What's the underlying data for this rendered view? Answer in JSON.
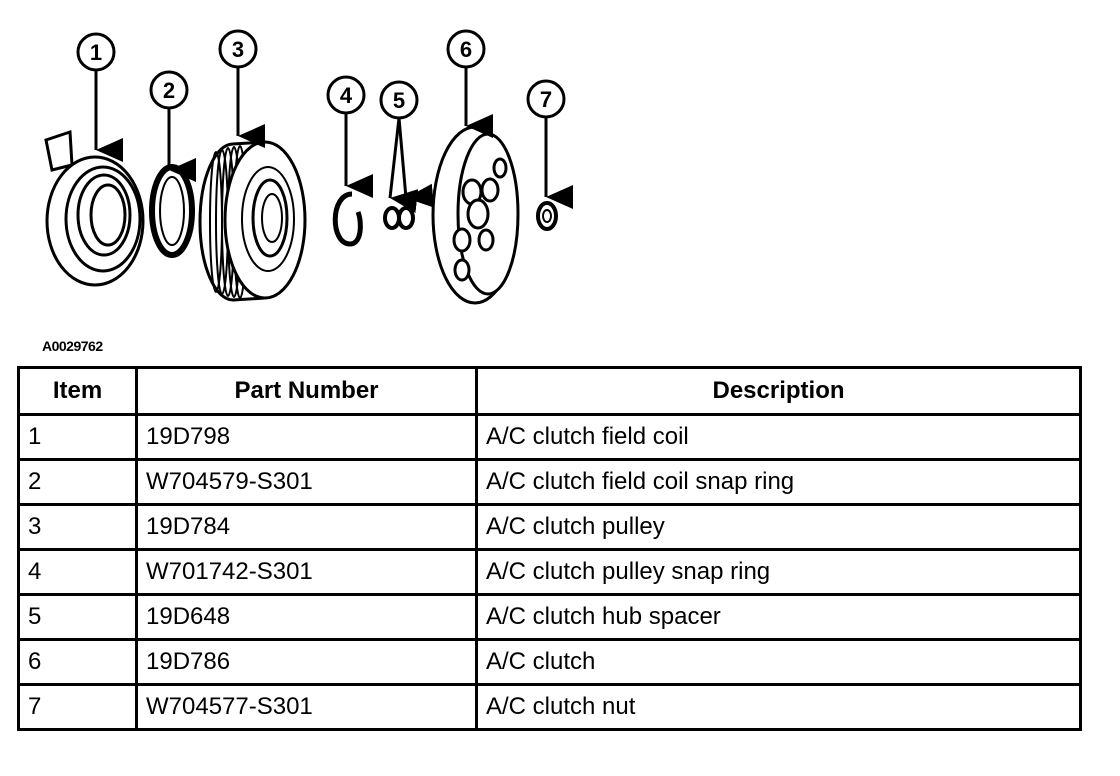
{
  "figure": {
    "id": "A0029762",
    "callouts": [
      "1",
      "2",
      "3",
      "4",
      "5",
      "6",
      "7"
    ]
  },
  "table": {
    "headers": [
      "Item",
      "Part Number",
      "Description"
    ],
    "rows": [
      [
        "1",
        "19D798",
        "A/C clutch field coil"
      ],
      [
        "2",
        "W704579-S301",
        "A/C clutch field coil snap ring"
      ],
      [
        "3",
        "19D784",
        "A/C clutch pulley"
      ],
      [
        "4",
        "W701742-S301",
        "A/C clutch pulley snap ring"
      ],
      [
        "5",
        "19D648",
        "A/C clutch hub spacer"
      ],
      [
        "6",
        "19D786",
        "A/C clutch"
      ],
      [
        "7",
        "W704577-S301",
        "A/C clutch nut"
      ]
    ]
  }
}
